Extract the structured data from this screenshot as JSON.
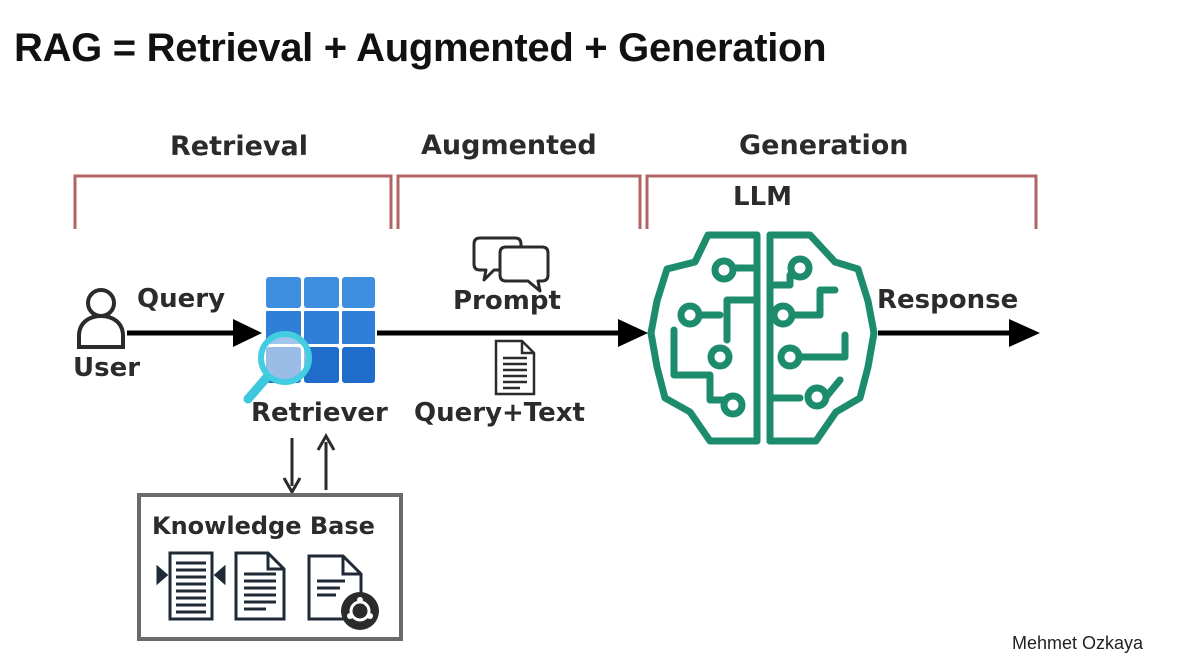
{
  "title": "RAG = Retrieval + Augmented + Generation",
  "stages": {
    "retrieval": "Retrieval",
    "augmented": "Augmented",
    "generation": "Generation"
  },
  "nodes": {
    "user": "User",
    "query": "Query",
    "retriever": "Retriever",
    "prompt": "Prompt",
    "query_text": "Query+Text",
    "llm": "LLM",
    "response": "Response",
    "knowledge_base": "Knowledge Base"
  },
  "colors": {
    "bracket": "#b06464",
    "llm": "#1d8c6d",
    "retriever_grid": "#2f84dc",
    "magnifier": "#42cde0",
    "arrow": "#000000"
  },
  "author": "Mehmet Ozkaya"
}
